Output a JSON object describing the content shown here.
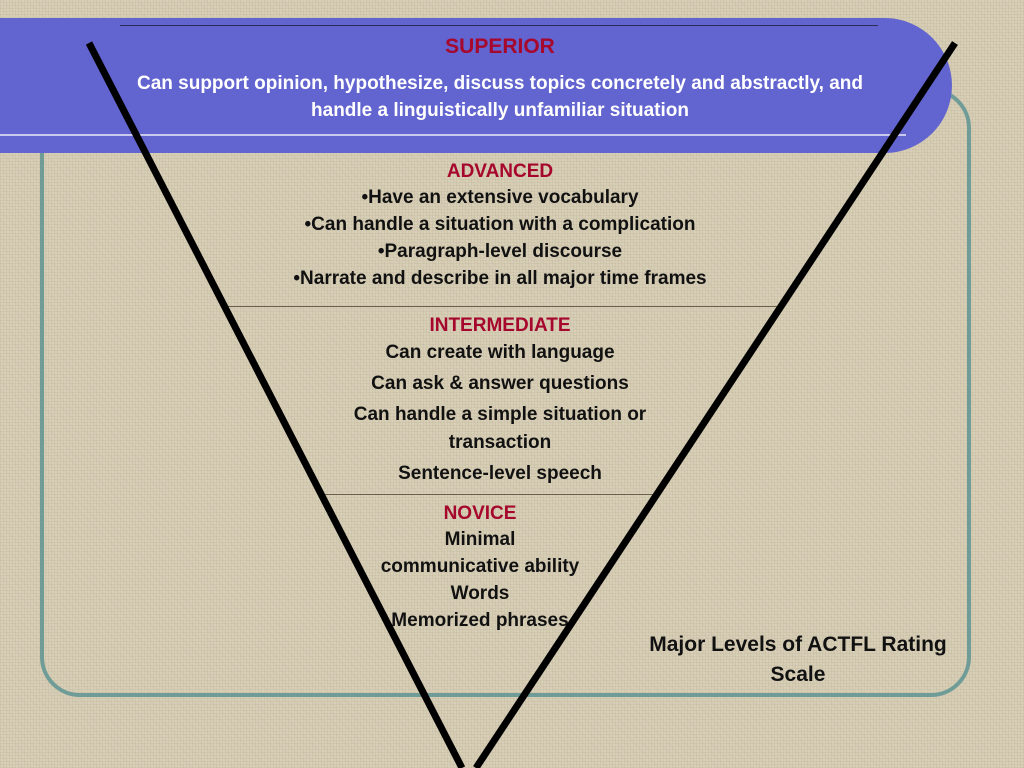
{
  "superior": {
    "title": "SUPERIOR",
    "description": "Can support opinion, hypothesize, discuss topics concretely and abstractly, and handle a linguistically unfamiliar situation"
  },
  "advanced": {
    "title": "ADVANCED",
    "items": [
      "•Have an extensive vocabulary",
      "•Can handle a situation with a complication",
      "•Paragraph-level discourse",
      "•Narrate and describe in all major time frames"
    ]
  },
  "intermediate": {
    "title": "INTERMEDIATE",
    "items": [
      "Can create with language",
      "Can ask & answer questions",
      "Can handle a simple situation or transaction",
      "Sentence-level speech"
    ]
  },
  "novice": {
    "title": "NOVICE",
    "items": [
      "Minimal communicative ability",
      "Words",
      "Memorized phrases"
    ]
  },
  "caption": "Major Levels of ACTFL Rating Scale",
  "colors": {
    "banner": "#6264cf",
    "heading": "#a6072c",
    "frame_border": "#6f9c97",
    "background": "#d6cdb4"
  }
}
